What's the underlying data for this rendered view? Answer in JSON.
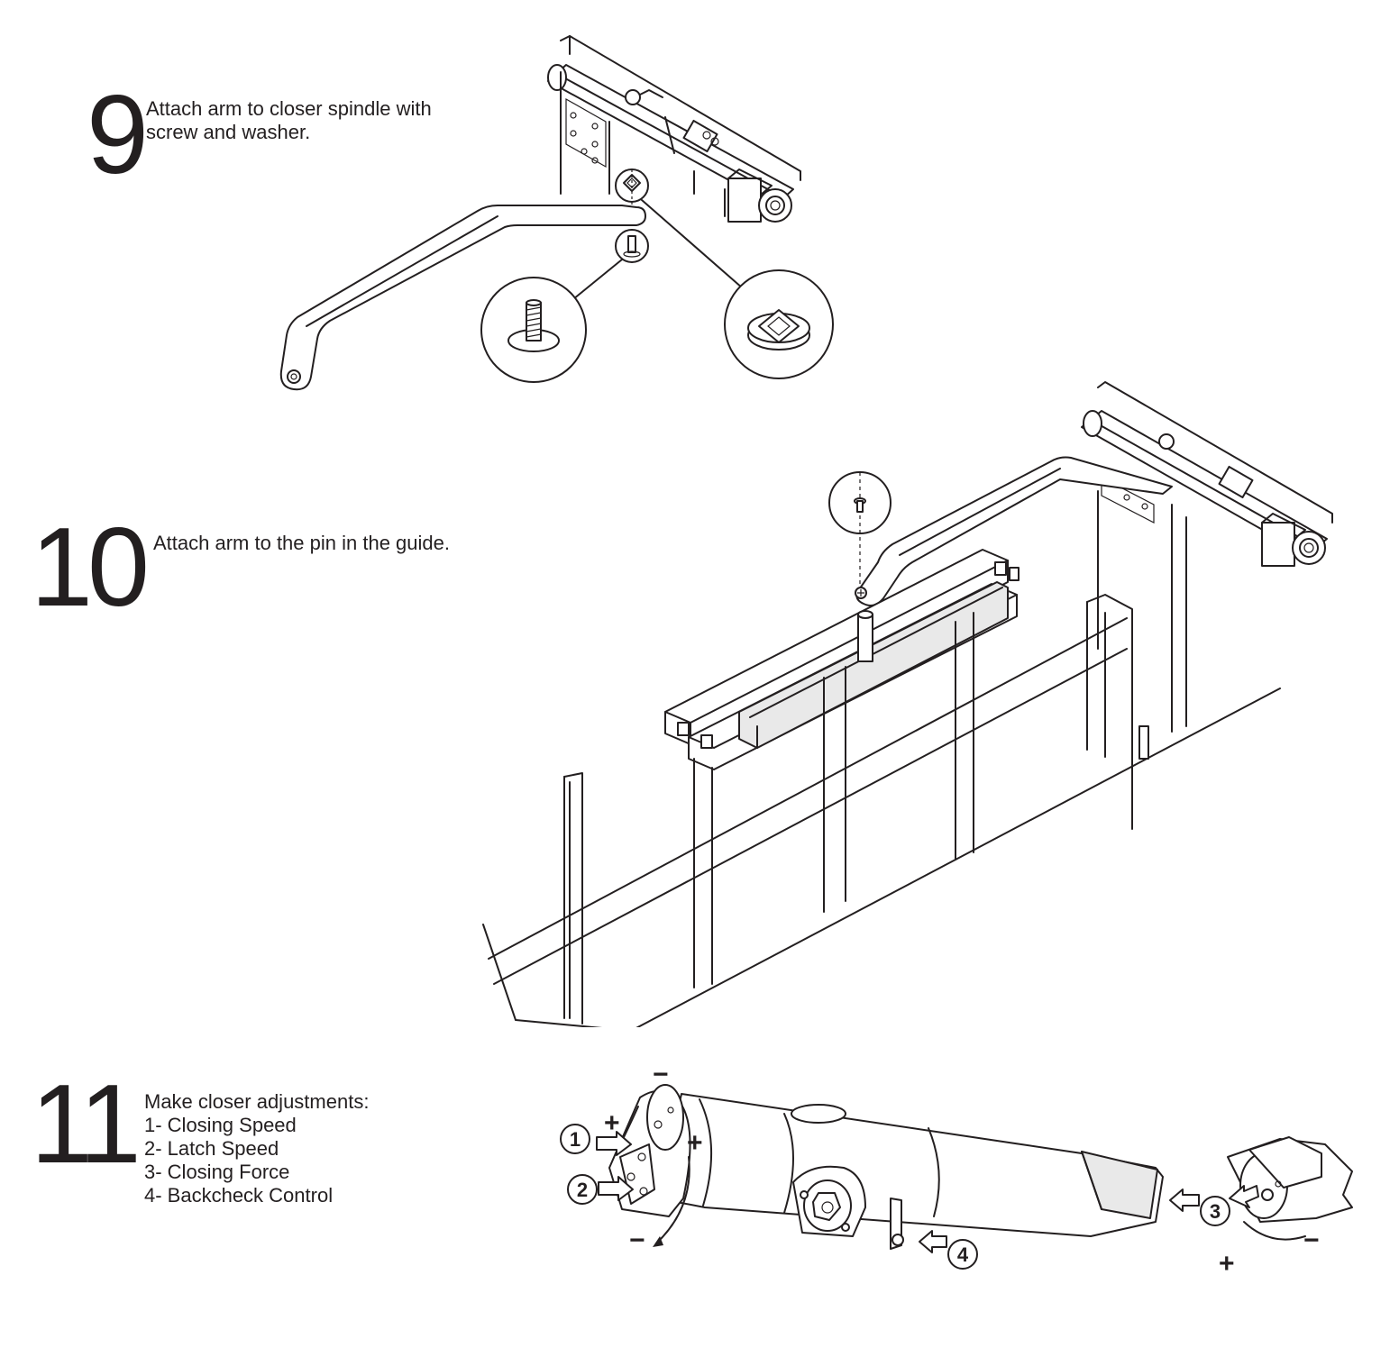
{
  "steps": [
    {
      "number": "9",
      "lines": [
        "Attach arm to closer spindle with",
        "screw and washer."
      ]
    },
    {
      "number": "10",
      "lines": [
        "Attach arm to the pin in the guide."
      ]
    },
    {
      "number": "11",
      "lines": [
        "Make closer adjustments:",
        "1- Closing Speed",
        "2- Latch Speed",
        "3- Closing Force",
        "4- Backcheck Control"
      ]
    }
  ],
  "callouts": [
    "1",
    "2",
    "3",
    "4"
  ],
  "adjustment_signs": {
    "plus": "+",
    "minus": "−"
  },
  "colors": {
    "ink": "#231f20",
    "shade": "#e9e9e9",
    "paper": "#ffffff"
  }
}
